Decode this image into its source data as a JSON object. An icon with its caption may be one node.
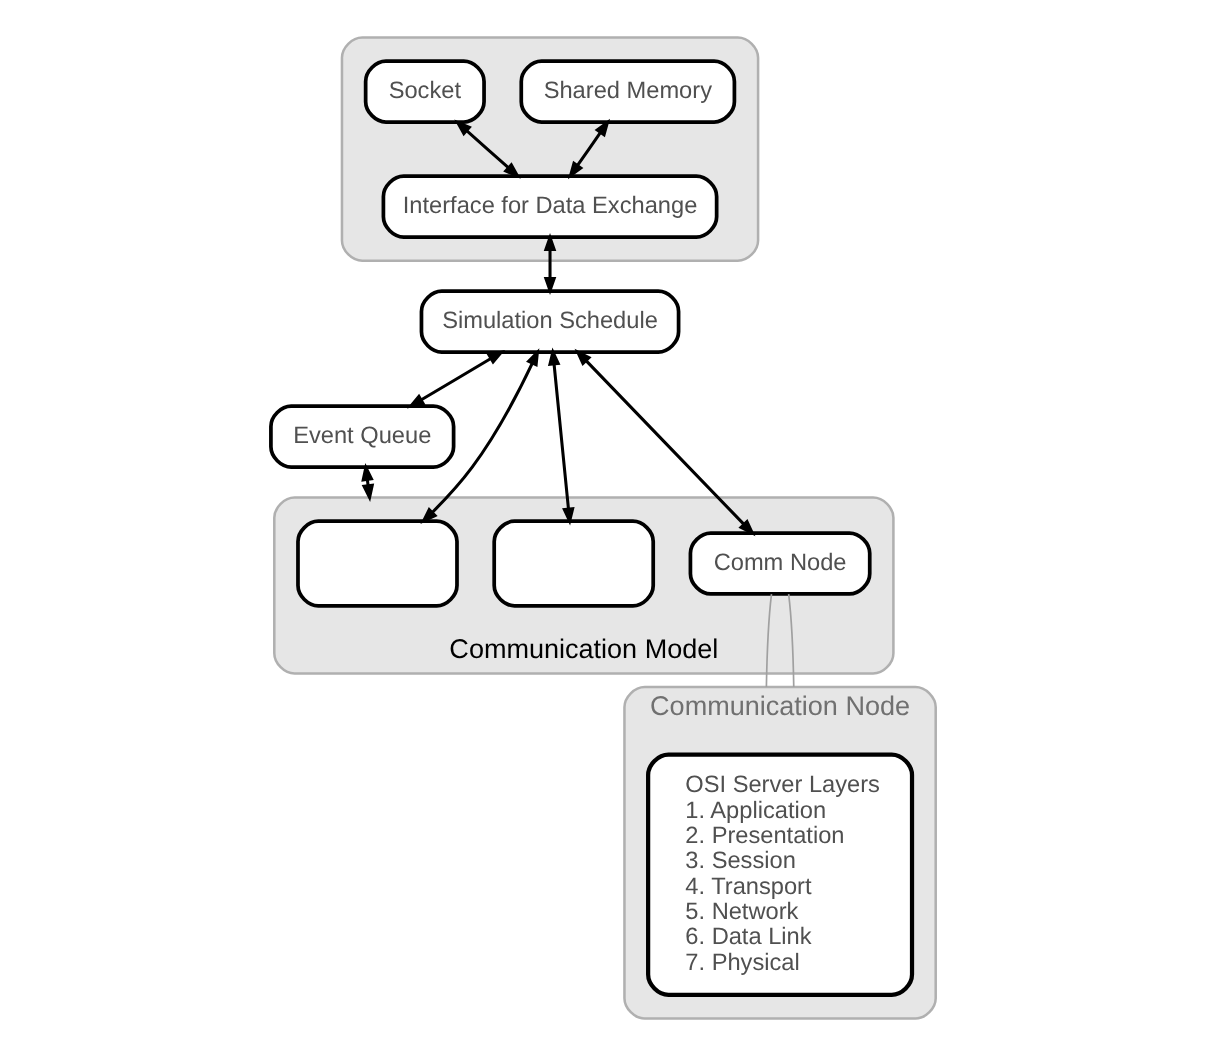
{
  "diagram": {
    "nodes": [
      {
        "text": [],
        "shape": "box"
      },
      {
        "text": [
          "Shared Memory"
        ],
        "in": 0
      },
      {
        "text": [
          "Socket"
        ],
        "in": 0
      },
      {
        "text": [
          "Interface for Data Exchange"
        ],
        "in": 0
      },
      {
        "text": [
          "Simulation Schedule"
        ]
      },
      {
        "text": [
          "Event Queue"
        ]
      },
      {
        "text": [
          "Communication Model"
        ]
      },
      {
        "text": [],
        "shape": "box",
        "in": 6
      },
      {
        "text": [],
        "shape": "box",
        "in": 6
      },
      {
        "text": [
          "Comm Node"
        ],
        "in": 6
      },
      {
        "text": [
          "Communication Node"
        ]
      },
      {
        "text": [
          "OSI Server Layers",
          "1. Application",
          "2. Presentation",
          "3. Session",
          "4. Transport",
          "5. Network",
          "6. Data Link",
          "7. Physical"
        ],
        "in": 10
      }
    ],
    "edges": [
      {
        "from": 1,
        "to": 3,
        "arrow": "both"
      },
      {
        "from": 2,
        "to": 3,
        "arrow": "both"
      },
      {
        "from": 3,
        "to": 4,
        "arrow": "both"
      },
      {
        "from": 4,
        "to": 5,
        "arrow": "both"
      },
      {
        "from": 5,
        "to": 6,
        "arrow": "both"
      },
      {
        "from": 4,
        "to": 7,
        "arrow": "both"
      },
      {
        "from": 4,
        "to": 8,
        "arrow": "both"
      },
      {
        "from": 4,
        "to": 9,
        "arrow": "both"
      },
      {
        "from": 9,
        "to": 10,
        "arrow": "none",
        "color": "#a0a0a0"
      },
      {
        "from": 9,
        "to": 10,
        "arrow": "none",
        "color": "#a0a0a0"
      }
    ]
  }
}
